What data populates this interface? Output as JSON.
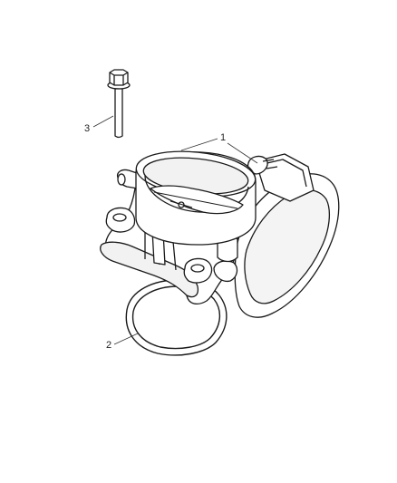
{
  "diagram": {
    "callouts": [
      {
        "number": "1",
        "part": "throttle body"
      },
      {
        "number": "2",
        "part": "gasket"
      },
      {
        "number": "3",
        "part": "bolt"
      }
    ],
    "colors": {
      "line": "#1a1a1a",
      "fill": "#ffffff",
      "shade": "#f2f2f2",
      "leader": "#333333"
    }
  }
}
